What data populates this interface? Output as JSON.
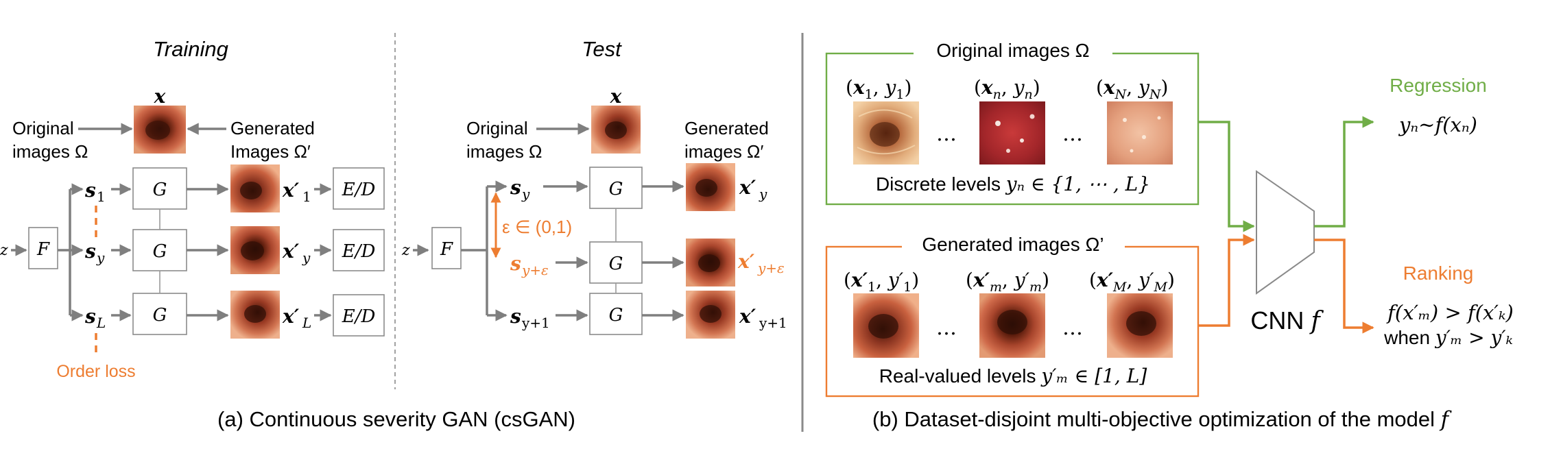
{
  "training": {
    "title": "Training",
    "x_label": "x",
    "original_1": "Original",
    "original_2": "images Ω",
    "generated_1": "Generated",
    "generated_2": "Images Ω′",
    "z": "z",
    "F": "F",
    "G": "G",
    "ED": "E/D",
    "s1": "s",
    "s1_sub": "1",
    "sy": "s",
    "sy_sub": "y",
    "sL": "s",
    "sL_sub": "L",
    "x1": "x′",
    "x1_sub": "1",
    "xy": "x′",
    "xy_sub": "y",
    "xL": "x′",
    "xL_sub": "L",
    "order_loss": "Order loss"
  },
  "test": {
    "title": "Test",
    "x_label": "x",
    "original_1": "Original",
    "original_2": "images Ω",
    "generated_1": "Generated",
    "generated_2": "images Ω′",
    "z": "z",
    "F": "F",
    "G": "G",
    "epsilon": "ε ∈ (0,1)",
    "sy": "s",
    "sy_sub": "y",
    "sye": "s",
    "sye_sub": "y+ε",
    "sy1": "s",
    "sy1_sub": "y+1",
    "xy": "x′",
    "xy_sub": "y",
    "xye": "x′",
    "xye_sub": "y+ε",
    "xy1": "x′",
    "xy1_sub": "y+1"
  },
  "caption_a": "(a) Continuous severity GAN (csGAN)",
  "right": {
    "orig_box_title": "Original images Ω",
    "orig_labels": [
      "(x₁, y₁)",
      "(xₙ, yₙ)",
      "(x_N, y_N)"
    ],
    "orig_label_parts": [
      {
        "a": "x",
        "as": "1",
        "b": "y",
        "bs": "1"
      },
      {
        "a": "x",
        "as": "n",
        "b": "y",
        "bs": "n"
      },
      {
        "a": "x",
        "as": "N",
        "b": "y",
        "bs": "N"
      }
    ],
    "ellipsis": "…",
    "discrete_text": "Discrete levels",
    "discrete_math": "yₙ ∈ {1, ⋯ , L}",
    "gen_box_title": "Generated images Ω’",
    "gen_label_parts": [
      {
        "a": "x′",
        "as": "1",
        "b": "y′",
        "bs": "1"
      },
      {
        "a": "x′",
        "as": "m",
        "b": "y′",
        "bs": "m"
      },
      {
        "a": "x′",
        "as": "M",
        "b": "y′",
        "bs": "M"
      }
    ],
    "real_text": "Real-valued levels",
    "real_math": "y′ₘ ∈ [1, L]",
    "cnn": "CNN",
    "cnn_f": "f",
    "regression": "Regression",
    "regression_math": "yₙ~f(xₙ)",
    "ranking": "Ranking",
    "ranking_math": "f(x′ₘ) > f(x′ₖ)",
    "ranking_when": "when",
    "ranking_cond": "y′ₘ > y′ₖ"
  },
  "caption_b": "(b) Dataset-disjoint multi-objective optimization of the model",
  "caption_b_f": "f",
  "colors": {
    "green": "#70ad47",
    "orange": "#ed7d31",
    "gray": "#7f7f7f",
    "tissue_dark": "#7a2a14",
    "tissue_mid": "#c0503a",
    "tissue_light": "#e8a37a"
  }
}
